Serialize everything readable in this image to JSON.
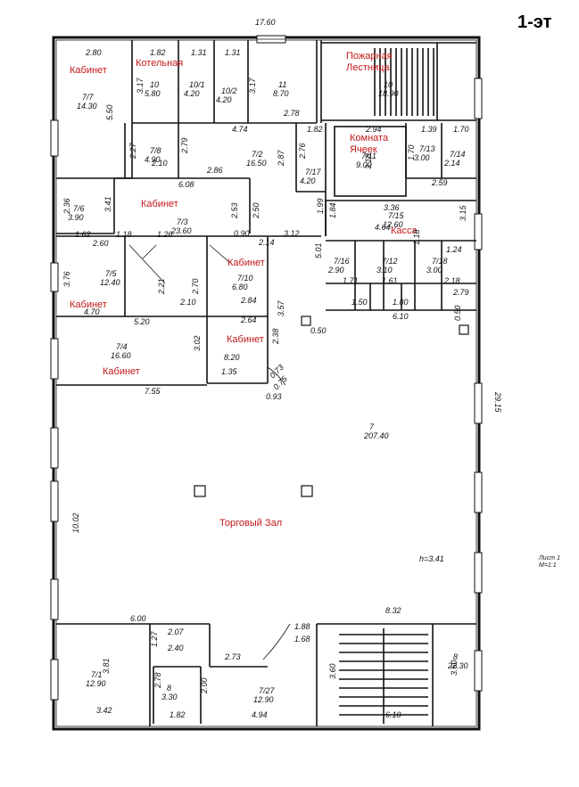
{
  "floor_label": "1-эт",
  "overall": {
    "width": "17.60",
    "height": "29.15",
    "left_side": "10.02",
    "ceiling": "h=3.41",
    "sheet_label": "Лист 1",
    "sheet_scale": "М=1:1"
  },
  "rooms": [
    {
      "name": "Кабинет",
      "id": "7/7",
      "area": "14.30"
    },
    {
      "name": "Котельная",
      "id": "10",
      "area": "5.80"
    },
    {
      "name": "",
      "id": "10/1",
      "area": "4.20"
    },
    {
      "name": "",
      "id": "10/2",
      "area": "4.20"
    },
    {
      "name": "",
      "id": "11",
      "area": "8.70"
    },
    {
      "name": "Пожарная Лестница",
      "id": "10",
      "area": "18.90"
    },
    {
      "name": "",
      "id": "7/8",
      "area": "4.90"
    },
    {
      "name": "",
      "id": "7/2",
      "area": "16.50"
    },
    {
      "name": "",
      "id": "7/17",
      "area": "4.20"
    },
    {
      "name": "Комната Ячеек",
      "id": "7/11",
      "area": "9.00"
    },
    {
      "name": "",
      "id": "7/13",
      "area": "3.00"
    },
    {
      "name": "",
      "id": "7/14",
      "area": "2.14"
    },
    {
      "name": "",
      "id": "7/6",
      "area": "3.90"
    },
    {
      "name": "Кабинет",
      "id": "7/3",
      "area": "23.60"
    },
    {
      "name": "Касса",
      "id": "7/15",
      "area": "12.60"
    },
    {
      "name": "Кабинет",
      "id": "7/5",
      "area": "12.40"
    },
    {
      "name": "Кабинет",
      "id": "7/10",
      "area": "6.80"
    },
    {
      "name": "",
      "id": "7/16",
      "area": "2.90"
    },
    {
      "name": "",
      "id": "7/12",
      "area": "3.10"
    },
    {
      "name": "",
      "id": "7/18",
      "area": "3.00"
    },
    {
      "name": "Кабинет",
      "id": "7/4",
      "area": "16.60"
    },
    {
      "name": "Кабинет",
      "id": "",
      "area": "8.20"
    },
    {
      "name": "Торговый Зал",
      "id": "7",
      "area": "207.40"
    },
    {
      "name": "",
      "id": "7/1",
      "area": "12.90"
    },
    {
      "name": "",
      "id": "8",
      "area": "3.30"
    },
    {
      "name": "",
      "id": "7/27",
      "area": "12.90"
    },
    {
      "name": "",
      "id": "8",
      "area": "22.30"
    }
  ],
  "dimensions": [
    "2.80",
    "1.82",
    "1.31",
    "1.31",
    "5.50",
    "3.17",
    "3.17",
    "2.78",
    "4.74",
    "1.82",
    "2.94",
    "1.39",
    "1.70",
    "2.27",
    "2.79",
    "2.10",
    "2.86",
    "2.87",
    "2.76",
    "3.18",
    "1.70",
    "2.59",
    "6.08",
    "2.53",
    "2.50",
    "1.99",
    "1.84",
    "3.36",
    "4.64",
    "3.15",
    "1.24",
    "2.36",
    "3.41",
    "1.62",
    "1.18",
    "0.90",
    "2.14",
    "3.12",
    "2.60",
    "1.26",
    "5.01",
    "1.71",
    "1.61",
    "1.18",
    "2.18",
    "2.79",
    "3.76",
    "4.70",
    "2.21",
    "2.70",
    "2.10",
    "2.84",
    "3.57",
    "1.50",
    "1.80",
    "6.10",
    "0.50",
    "5.20",
    "3.02",
    "2.64",
    "2.38",
    "0.50",
    "1.35",
    "7.55",
    "0.73",
    "0.75",
    "0.93",
    "8.32",
    "6.00",
    "2.07",
    "1.88",
    "1.68",
    "1.27",
    "2.40",
    "2.73",
    "3.81",
    "2.78",
    "2.00",
    "3.60",
    "3.60",
    "3.42",
    "1.82",
    "4.94",
    "6.10"
  ]
}
